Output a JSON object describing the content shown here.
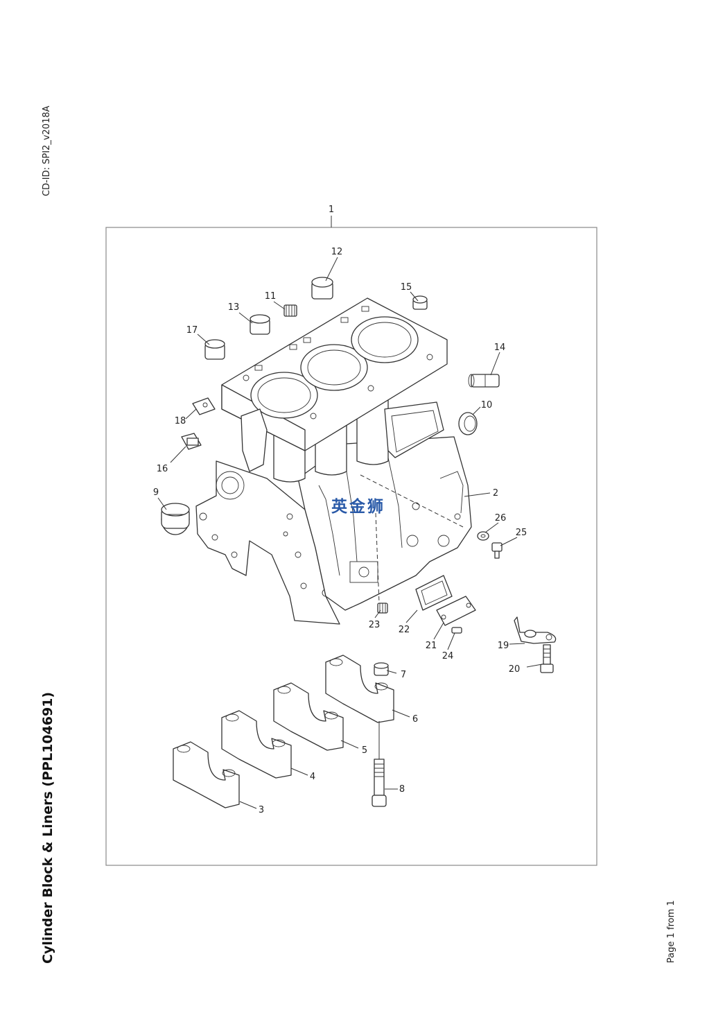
{
  "header": {
    "cd_id": "CD-ID: SPI2_v2018A"
  },
  "title": "Cylinder Block & Liners (PPL104691)",
  "footer": {
    "page": "Page 1 from 1"
  },
  "watermark": "英金狮",
  "callouts": [
    "1",
    "2",
    "3",
    "4",
    "5",
    "6",
    "7",
    "8",
    "9",
    "10",
    "11",
    "12",
    "13",
    "14",
    "15",
    "16",
    "17",
    "18",
    "19",
    "20",
    "21",
    "22",
    "23",
    "24",
    "25",
    "26"
  ],
  "colors": {
    "line": "#333333",
    "frame": "#888888",
    "watermark": "#2a5aa8"
  }
}
